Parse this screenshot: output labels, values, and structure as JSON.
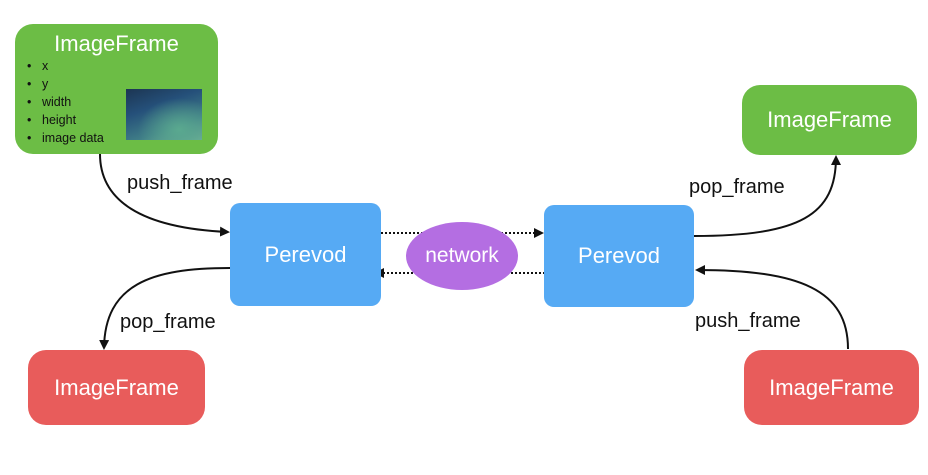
{
  "nodes": {
    "top_left": {
      "title": "ImageFrame",
      "fields": [
        "x",
        "y",
        "width",
        "height",
        "image data"
      ]
    },
    "top_right": {
      "title": "ImageFrame"
    },
    "bottom_left": {
      "title": "ImageFrame"
    },
    "bottom_right": {
      "title": "ImageFrame"
    },
    "left_perevod": {
      "title": "Perevod"
    },
    "right_perevod": {
      "title": "Perevod"
    },
    "network": {
      "title": "network"
    }
  },
  "edges": {
    "push_left": "push_frame",
    "pop_left": "pop_frame",
    "pop_right": "pop_frame",
    "push_right": "push_frame"
  },
  "colors": {
    "image_frame_green": "#6cbd45",
    "image_frame_red": "#e85c5b",
    "perevod_blue": "#56aaf4",
    "network_purple": "#b46ee2"
  }
}
